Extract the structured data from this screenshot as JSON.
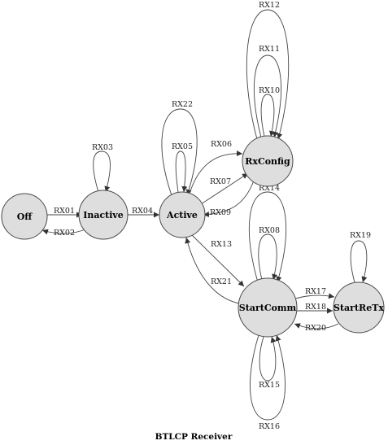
{
  "diagram": {
    "caption": "BTLCP Receiver",
    "nodes": {
      "off": "Off",
      "inactive": "Inactive",
      "active": "Active",
      "rxconfig": "RxConfig",
      "startcomm": "StartComm",
      "startretx": "StartReTx"
    },
    "transitions": {
      "rx01": "RX01",
      "rx02": "RX02",
      "rx03": "RX03",
      "rx04": "RX04",
      "rx05": "RX05",
      "rx06": "RX06",
      "rx07": "RX07",
      "rx08": "RX08",
      "rx09": "RX09",
      "rx10": "RX10",
      "rx11": "RX11",
      "rx12": "RX12",
      "rx13": "RX13",
      "rx14": "RX14",
      "rx15": "RX15",
      "rx16": "RX16",
      "rx17": "RX17",
      "rx18": "RX18",
      "rx19": "RX19",
      "rx20": "RX20",
      "rx21": "RX21",
      "rx22": "RX22"
    }
  }
}
